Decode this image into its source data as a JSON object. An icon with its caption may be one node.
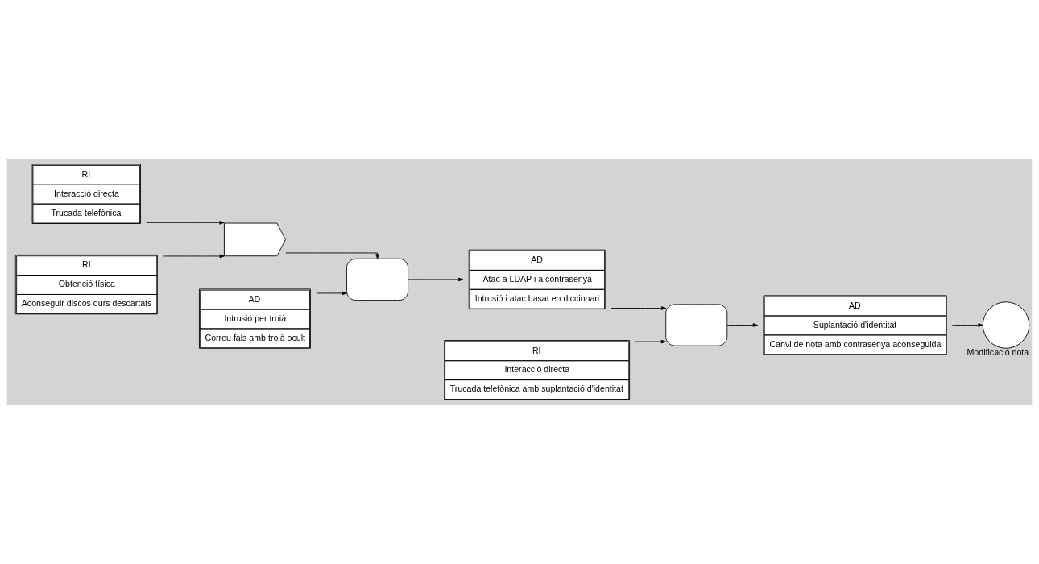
{
  "diagram": {
    "nodes": [
      {
        "text": [
          "RI",
          "Interacció directa",
          "Trucada telefònica"
        ]
      },
      {
        "text": [
          "RI",
          "Obtenció física",
          "Aconseguir discos durs descartats"
        ]
      },
      {
        "text": [
          "AD",
          "Intrusió per troià",
          "Correu fals amb troià ocult"
        ]
      },
      {
        "text": [],
        "shape": "or-gate"
      },
      {
        "text": [
          "RI",
          "Interacció directa",
          "Trucada telefònica amb suplantació d'identitat"
        ]
      },
      {
        "text": [],
        "shape": "and-gate"
      },
      {
        "text": [
          "AD",
          "Atac a LDAP i a contrasenya",
          "Intrusió i atac basat en diccionari"
        ]
      },
      {
        "text": [],
        "shape": "and-gate"
      },
      {
        "text": [
          "AD",
          "Suplantació d'identitat",
          "Canvi de nota amb contrasenya aconseguida"
        ]
      },
      {
        "text": [],
        "shape": "circle",
        "beside": [
          "Modificació nota"
        ]
      }
    ],
    "edges": [
      {
        "from": 0,
        "to": 3,
        "arrow": "to"
      },
      {
        "from": 1,
        "to": 3,
        "arrow": "to"
      },
      {
        "from": 3,
        "to": 5,
        "arrow": "to"
      },
      {
        "from": 2,
        "to": 5,
        "arrow": "to"
      },
      {
        "from": 5,
        "to": 6,
        "arrow": "to"
      },
      {
        "from": 4,
        "to": 7,
        "arrow": "to"
      },
      {
        "from": 6,
        "to": 7,
        "arrow": "to"
      },
      {
        "from": 7,
        "to": 8,
        "arrow": "to"
      },
      {
        "from": 8,
        "to": 9,
        "arrow": "to"
      }
    ]
  }
}
